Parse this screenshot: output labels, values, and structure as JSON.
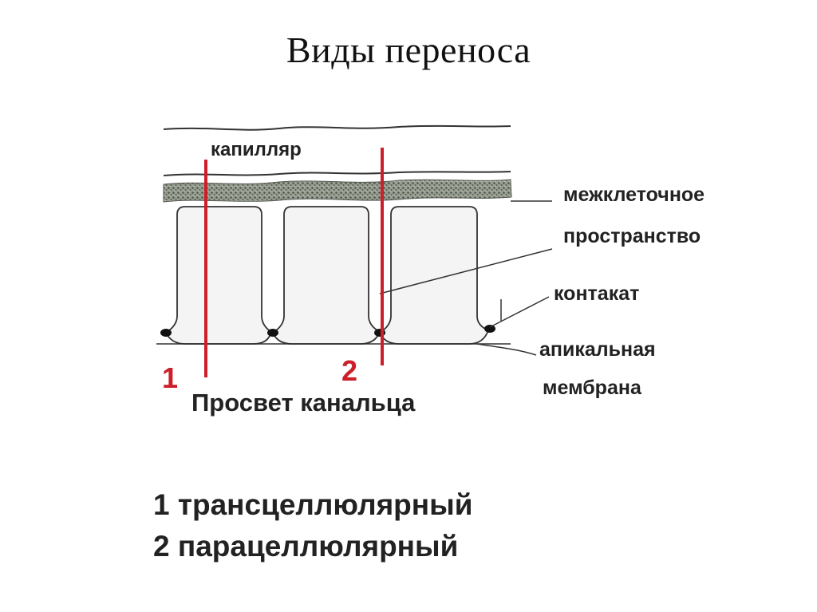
{
  "title": "Виды переноса",
  "diagram": {
    "labels": {
      "capillary": "капилляр",
      "intercellular_1": "межклеточное",
      "intercellular_2": "пространство",
      "contact": "контакат",
      "apical_1": "апикальная",
      "apical_2": "мембрана",
      "lumen": "Просвет канальца"
    },
    "path_numbers": {
      "transcellular": "1",
      "paracellular": "2"
    },
    "colors": {
      "path_line": "#cc1f2a",
      "ink": "#222222",
      "stroma": "#6f7568"
    }
  },
  "legend": {
    "item_1": "1 трансцеллюлярный",
    "item_2": "2 парацеллюлярный"
  }
}
